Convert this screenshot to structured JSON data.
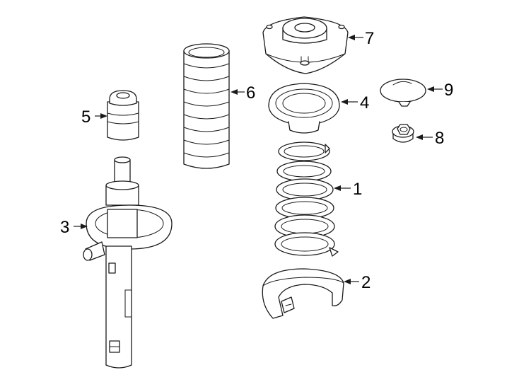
{
  "diagram": {
    "colors": {
      "line": "#1a1a1a",
      "fill": "#ffffff",
      "text": "#000000"
    },
    "callouts": [
      {
        "id": "coil-spring",
        "label": "1"
      },
      {
        "id": "spring-lower-seat",
        "label": "2"
      },
      {
        "id": "strut-assembly",
        "label": "3"
      },
      {
        "id": "spring-upper-seat",
        "label": "4"
      },
      {
        "id": "bump-stop",
        "label": "5"
      },
      {
        "id": "dust-boot",
        "label": "6"
      },
      {
        "id": "strut-mount",
        "label": "7"
      },
      {
        "id": "nut",
        "label": "8"
      },
      {
        "id": "mount-cap",
        "label": "9"
      }
    ]
  }
}
